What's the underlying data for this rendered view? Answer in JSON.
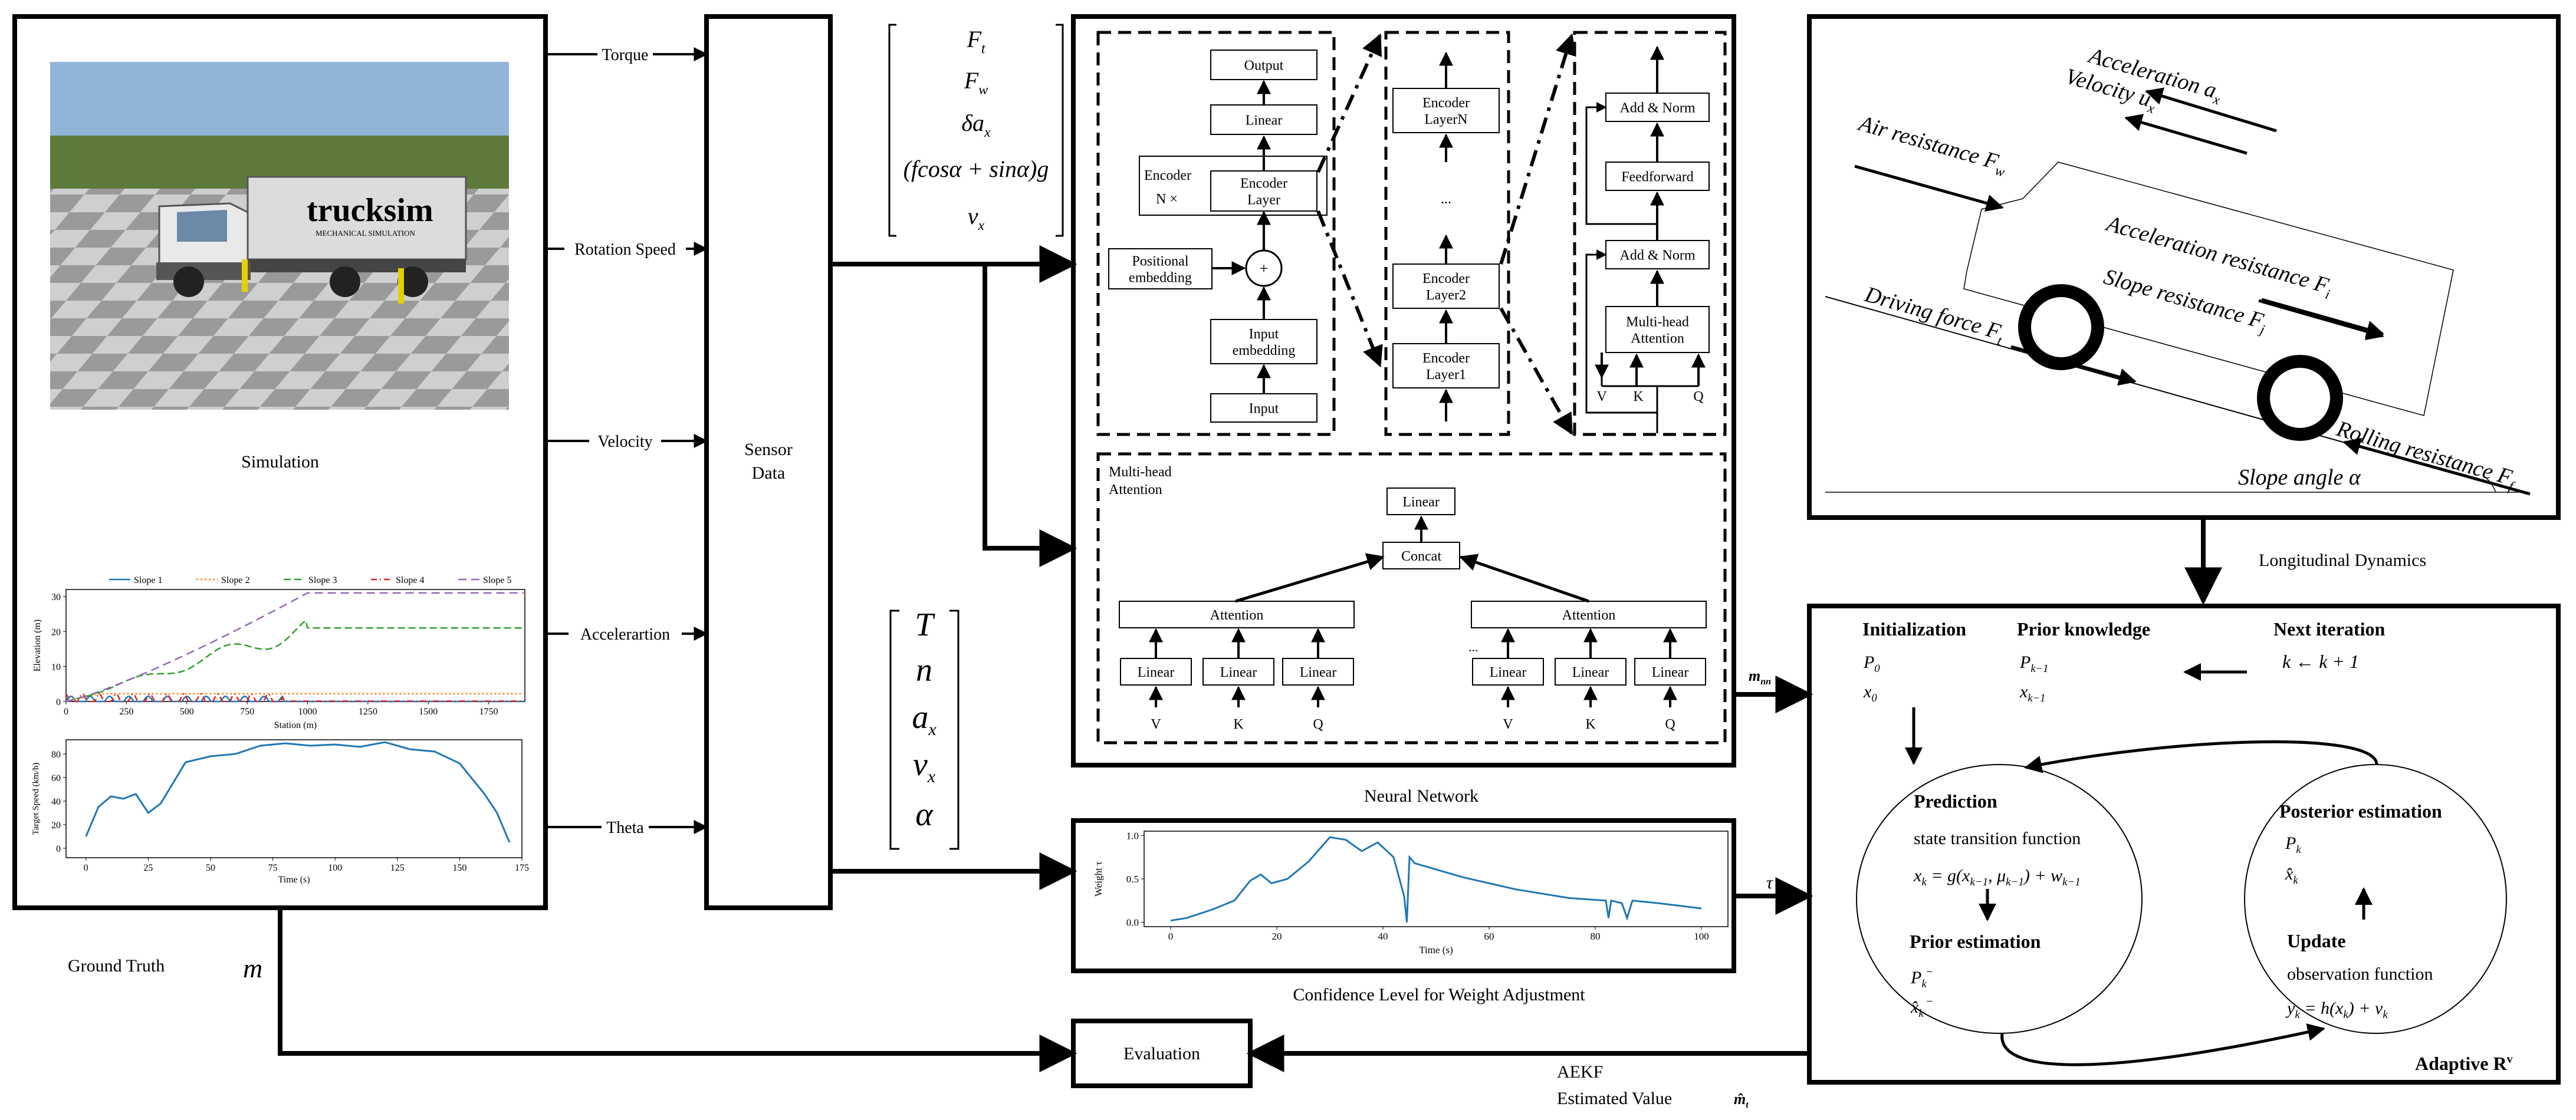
{
  "simulation": {
    "label": "Simulation",
    "truck_brand": "trucksim",
    "truck_sub": "MECHANICAL SIMULATION",
    "elevation_chart": {
      "legend": [
        "Slope 1",
        "Slope 2",
        "Slope 3",
        "Slope 4",
        "Slope 5"
      ],
      "ylabel": "Elevation (m)",
      "xlabel": "Station (m)",
      "xticks": [
        "0",
        "250",
        "500",
        "750",
        "1000",
        "1250",
        "1500",
        "1750"
      ],
      "yticks": [
        "0",
        "10",
        "20",
        "30"
      ]
    },
    "speed_chart": {
      "ylabel": "Target Speed (km/h)",
      "xlabel": "Time (s)",
      "xticks": [
        "0",
        "25",
        "50",
        "75",
        "100",
        "125",
        "150",
        "175"
      ],
      "yticks": [
        "0",
        "20",
        "40",
        "60",
        "80"
      ]
    }
  },
  "signals": [
    "Torque",
    "Rotation Speed",
    "Velocity",
    "Accelerartion",
    "Theta"
  ],
  "sensor": {
    "line1": "Sensor",
    "line2": "Data"
  },
  "feature_vector": [
    "F",
    "F",
    "δa",
    "(fcosα + sinα)g",
    "v"
  ],
  "feature_subs": [
    "t",
    "w",
    "x",
    "",
    "x"
  ],
  "input_vector": [
    "T",
    "n",
    "a",
    "v",
    "α"
  ],
  "input_subs": [
    "",
    "",
    "x",
    "x",
    ""
  ],
  "nn": {
    "caption": "Neural Network",
    "output": "Output",
    "linear": "Linear",
    "encoder": "Encoder",
    "n_times": "N ×",
    "encoder_layer": [
      "Encoder",
      "Layer"
    ],
    "plus": "+",
    "positional": [
      "Positional",
      "embedding"
    ],
    "input_embedding": [
      "Input",
      "embedding"
    ],
    "input": "Input",
    "stack": {
      "top": [
        "Encoder",
        "LayerN"
      ],
      "dots": "...",
      "l2": [
        "Encoder",
        "Layer2"
      ],
      "l1": [
        "Encoder",
        "Layer1"
      ]
    },
    "enc_detail": {
      "add_norm": "Add & Norm",
      "feedforward": "Feedforward",
      "mha": [
        "Multi-head",
        "Attention"
      ],
      "vkq": [
        "V",
        "K",
        "Q"
      ]
    },
    "mha_block": {
      "title": [
        "Multi-head",
        "Attention"
      ],
      "linear": "Linear",
      "concat": "Concat",
      "attention": "Attention",
      "vkq": [
        "V",
        "K",
        "Q"
      ],
      "ellipsis": "..."
    }
  },
  "weight_chart": {
    "caption": "Confidence Level for Weight Adjustment",
    "ylabel": "Weight τ",
    "xlabel": "Time (s)",
    "xticks": [
      "0",
      "20",
      "40",
      "60",
      "80",
      "100"
    ],
    "yticks": [
      "0.0",
      "0.5",
      "1.0"
    ]
  },
  "dynamics": {
    "caption": "Longitudinal Dynamics",
    "acceleration": "Acceleration a",
    "acceleration_sub": "x",
    "velocity": "Velocity u",
    "velocity_sub": "x",
    "air": "Air resistance F",
    "air_sub": "w",
    "acc_res": "Acceleration resistance F",
    "acc_res_sub": "i",
    "slope_res": "Slope resistance F",
    "slope_res_sub": "j",
    "driving": "Driving force F",
    "driving_sub": "t",
    "rolling": "Rolling resistance F",
    "rolling_sub": "f",
    "slope_angle": "Slope angle α"
  },
  "aekf": {
    "init_title": "Initialization",
    "init_p": "P",
    "init_p_sub": "0",
    "init_x": "x",
    "init_x_sub": "0",
    "prior_title": "Prior knowledge",
    "prior_p": "P",
    "prior_p_sub": "k−1",
    "prior_x": "x",
    "prior_x_sub": "k−1",
    "next_title": "Next iteration",
    "next_eq": "k ← k + 1",
    "prediction": "Prediction",
    "state_fn": "state transition function",
    "state_eq": "x = g(x , μ ) + w",
    "prior_est": "Prior estimation",
    "prior_est_p": "P",
    "prior_est_x": "x̂",
    "posterior": "Posterior estimation",
    "post_p": "P",
    "post_x": "x̂",
    "update": "Update",
    "obs_fn": "observation function",
    "obs_eq": "y = h(x ) + v",
    "adaptive": "Adaptive R",
    "adaptive_sup": "v"
  },
  "labels": {
    "ground_truth": "Ground Truth",
    "m": "m",
    "m_nn": "m",
    "m_nn_sub": "nn",
    "tau": "τ",
    "evaluation": "Evaluation",
    "aekf": "AEKF",
    "estimated": "Estimated Value",
    "m_t": "m̂",
    "m_t_sub": "t"
  },
  "colors": {
    "line": "#000000",
    "slope1": "#1f77b4",
    "slope2": "#ff7f0e",
    "slope3": "#2ca02c",
    "slope4": "#d62728",
    "slope5": "#9467bd",
    "curve": "#1f77b4",
    "sky": "#8fb6d9",
    "grass": "#5d7a3a",
    "ground": "#8a8a8a"
  }
}
